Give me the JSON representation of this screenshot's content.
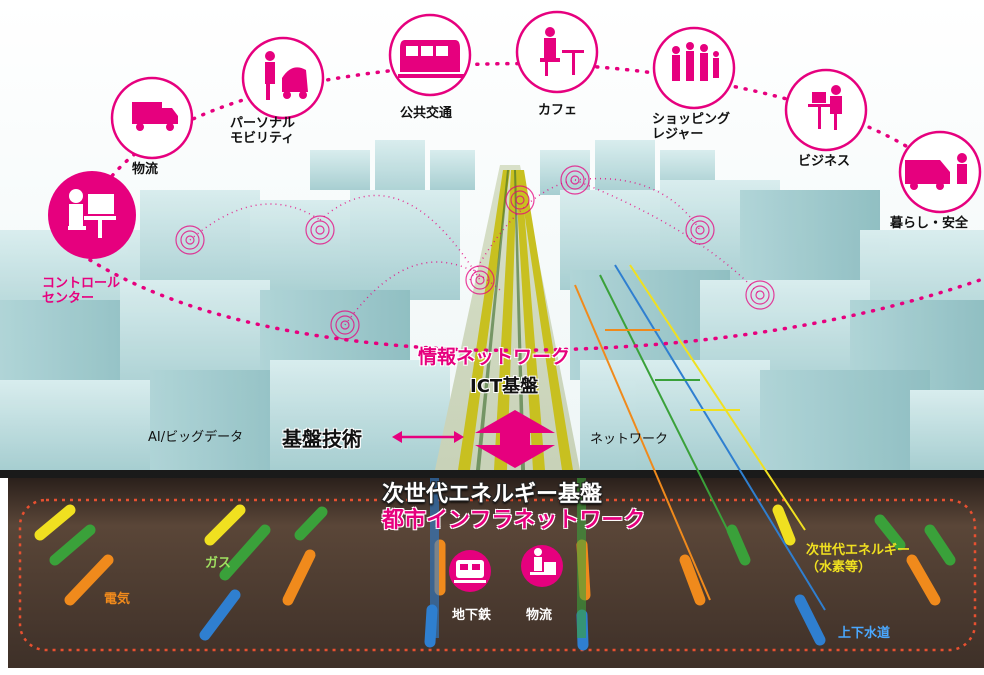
{
  "nodes": {
    "control_center": {
      "line1": "コントロール",
      "line2": "センター",
      "icon": "operator-at-desk-icon"
    },
    "logistics": {
      "label": "物流",
      "icon": "truck-icon"
    },
    "personal_mobility": {
      "line1": "パーソナル",
      "line2": "モビリティ",
      "icon": "personal-mobility-icon"
    },
    "public_transport": {
      "label": "公共交通",
      "icon": "tram-icon"
    },
    "cafe": {
      "label": "カフェ",
      "icon": "cafe-icon"
    },
    "shopping": {
      "line1": "ショッピング",
      "line2": "レジャー",
      "icon": "shoppers-icon"
    },
    "business": {
      "label": "ビジネス",
      "icon": "office-worker-icon"
    },
    "living_safety": {
      "label": "暮らし・安全",
      "icon": "emergency-vehicle-icon"
    }
  },
  "labels": {
    "info_network": "情報ネットワーク",
    "ict_base": "ICT基盤",
    "ai_bigdata": "AI/ビッグデータ",
    "base_tech": "基盤技術",
    "network": "ネットワーク",
    "next_energy_base": "次世代エネルギー基盤",
    "urban_infra": "都市インフラネットワーク",
    "electricity": "電気",
    "gas": "ガス",
    "subway": "地下鉄",
    "logistics_underground": "物流",
    "next_energy_line1": "次世代エネルギー",
    "next_energy_line2": "（水素等）",
    "water": "上下水道"
  },
  "colors": {
    "accent": "#e6007e",
    "electricity": "#f08a1c",
    "gas": "#3aa13a",
    "water": "#2f7fd0",
    "hydrogen": "#f0e020",
    "ground": "#4a3a30",
    "buildings": "#b8dcde"
  }
}
